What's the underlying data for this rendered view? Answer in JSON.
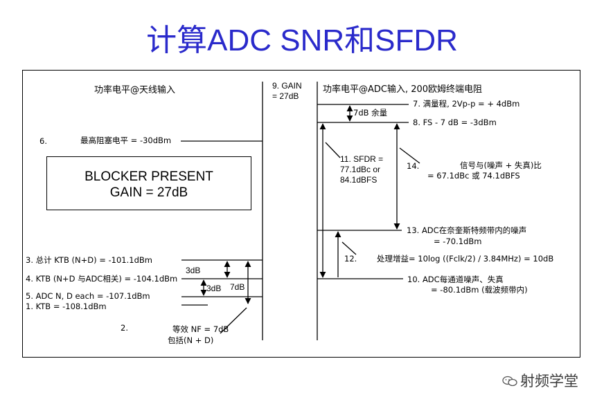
{
  "title": "计算ADC SNR和SFDR",
  "left_header": "功率电平@天线输入",
  "gain_header": [
    "9. GAIN",
    "= 27dB"
  ],
  "right_header": "功率电平@ADC输入, 200欧姆终端电阻",
  "blocker": [
    "BLOCKER PRESENT",
    "GAIN = 27dB"
  ],
  "item6_num": "6.",
  "item6_text": "最高阻塞电平  = -30dBm",
  "item7": "7.    满量程,    2Vp-p = + 4dBm",
  "margin_label": "7dB 余量",
  "item8": "8. FS - 7 dB = -3dBm",
  "sfdr": [
    "11. SFDR =",
    "77.1dBc or",
    "84.1dBFS"
  ],
  "item14_num": "14.",
  "item14_lines": [
    "信号与(噪声 + 失真)比",
    "= 67.1dBc 或 74.1dBFS"
  ],
  "item13_lines": [
    "13. ADC在奈奎斯特频带内的噪声",
    "= -70.1dBm"
  ],
  "item12_num": "12.",
  "item12_text": "处理增益= 10log ((Fclk/2) / 3.84MHz) = 10dB",
  "item10_lines": [
    "10. ADC每通道噪声、失真",
    "= -80.1dBm (载波频带内)"
  ],
  "item3": "3. 总计 KTB  (N+D)  = -101.1dBm",
  "item4": "4. KTB (N+D 与ADC相关) = -104.1dBm",
  "item5": "5. ADC N, D each = -107.1dBm",
  "item1": "1. KTB = -108.1dBm",
  "label_3db_a": "3dB",
  "label_3db_b": "3dB",
  "label_7db": "7dB",
  "item2_num": "2.",
  "nf_lines": [
    "等效 NF      = 7dB",
    "包括(N + D)"
  ],
  "watermark": "射频学堂",
  "colors": {
    "title": "#2a2acb",
    "lines": "#000000"
  }
}
